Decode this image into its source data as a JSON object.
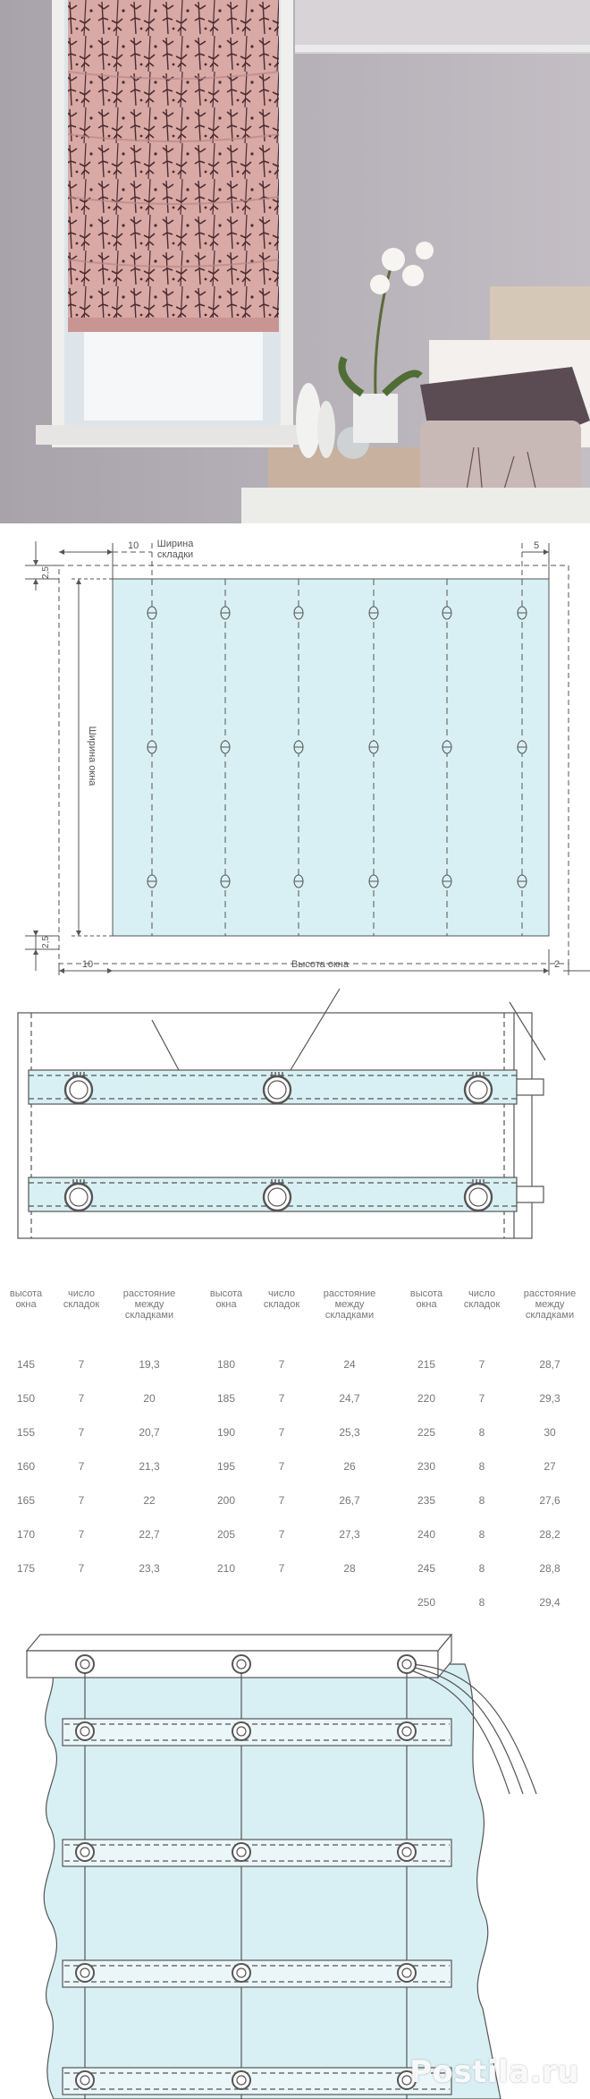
{
  "diagram1": {
    "labels": {
      "dim_10_top": "10",
      "fold_width_line1": "Ширина",
      "fold_width_line2": "складки",
      "dim_5": "5",
      "dim_25_top": "2,5",
      "window_width": "Ширина окна",
      "dim_25_bottom": "2,5",
      "dim_10_bottom": "10",
      "window_height": "Высота окна",
      "dim_2": "2"
    }
  },
  "table": {
    "headers": {
      "height": [
        "высота",
        "окна"
      ],
      "count": [
        "число",
        "складок"
      ],
      "dist": [
        "расстояние",
        "между",
        "складками"
      ]
    },
    "columns": [
      [
        [
          "145",
          "7",
          "19,3"
        ],
        [
          "150",
          "7",
          "20"
        ],
        [
          "155",
          "7",
          "20,7"
        ],
        [
          "160",
          "7",
          "21,3"
        ],
        [
          "165",
          "7",
          "22"
        ],
        [
          "170",
          "7",
          "22,7"
        ],
        [
          "175",
          "7",
          "23,3"
        ]
      ],
      [
        [
          "180",
          "7",
          "24"
        ],
        [
          "185",
          "7",
          "24,7"
        ],
        [
          "190",
          "7",
          "25,3"
        ],
        [
          "195",
          "7",
          "26"
        ],
        [
          "200",
          "7",
          "26,7"
        ],
        [
          "205",
          "7",
          "27,3"
        ],
        [
          "210",
          "7",
          "28"
        ]
      ],
      [
        [
          "215",
          "7",
          "28,7"
        ],
        [
          "220",
          "7",
          "29,3"
        ],
        [
          "225",
          "8",
          "30"
        ],
        [
          "230",
          "8",
          "27"
        ],
        [
          "235",
          "8",
          "27,6"
        ],
        [
          "240",
          "8",
          "28,2"
        ],
        [
          "245",
          "8",
          "28,8"
        ],
        [
          "250",
          "8",
          "29,4"
        ]
      ]
    ]
  },
  "watermark": "Postila.ru",
  "colors": {
    "fabric_fill": "#d8f0f4",
    "line": "#555555",
    "wall": "#b4adb5",
    "blind": "#d8a6a6"
  }
}
